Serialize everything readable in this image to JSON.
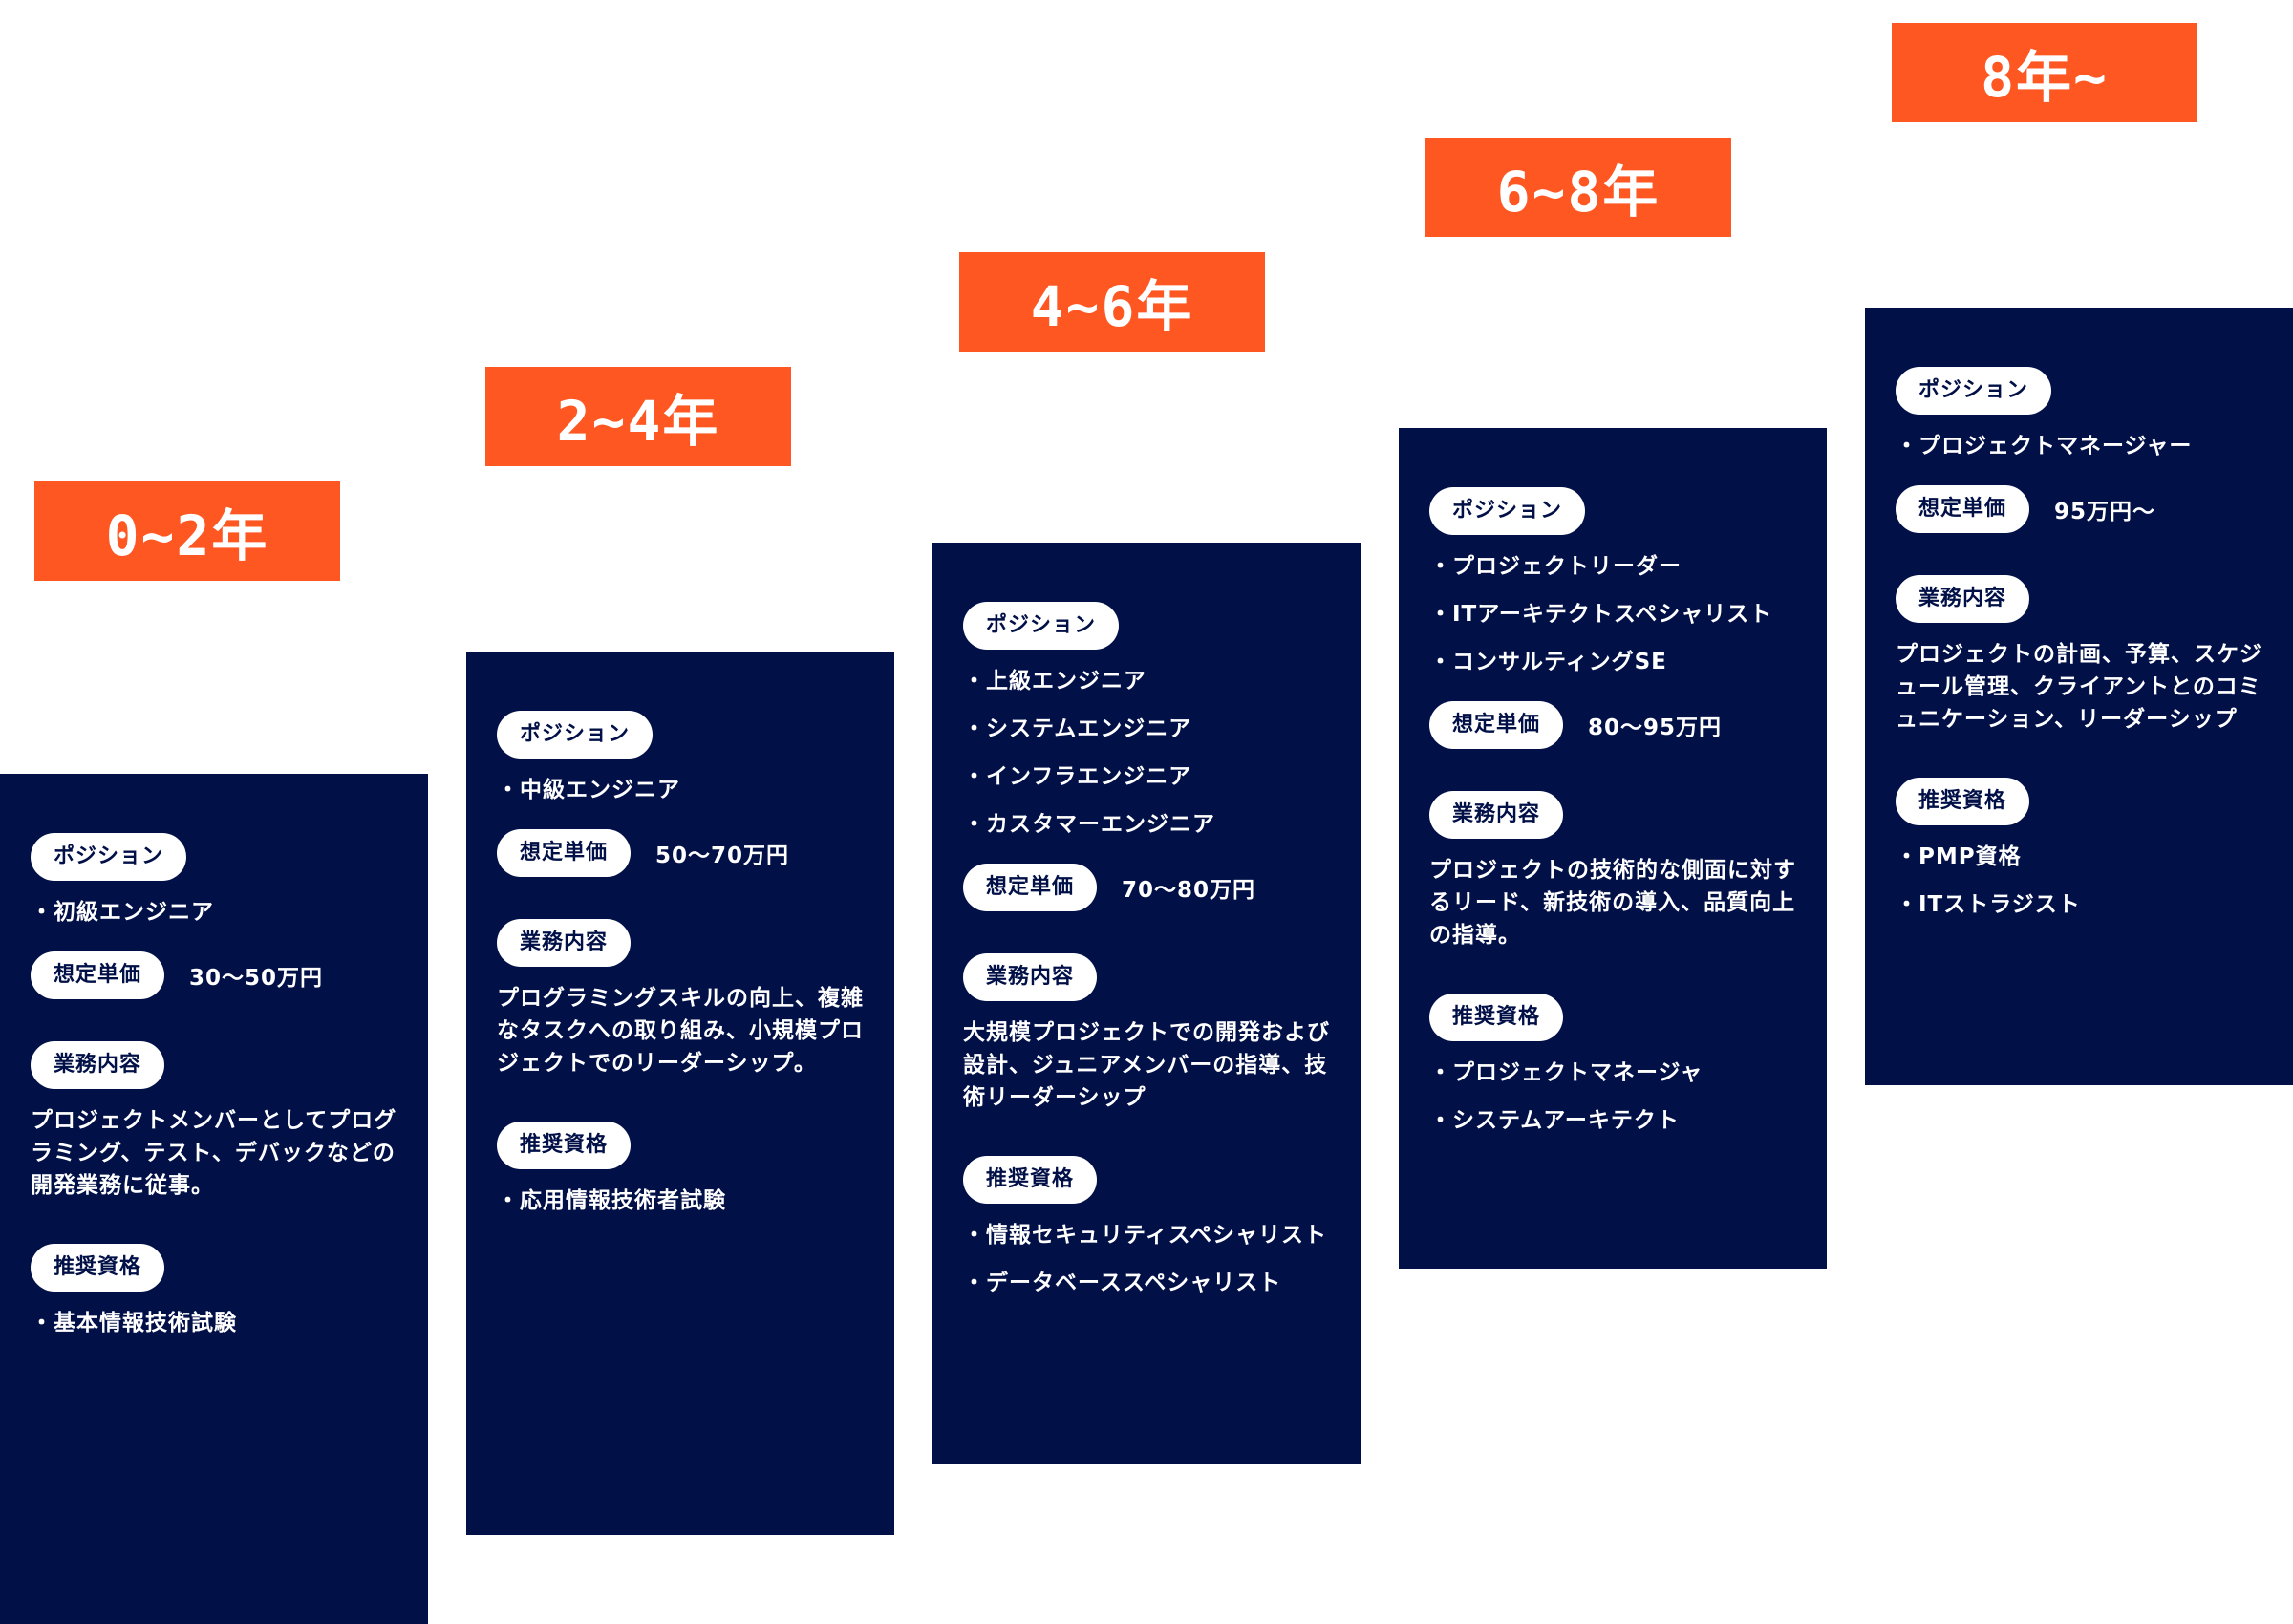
{
  "labels": {
    "position": "ポジション",
    "price": "想定単価",
    "duties": "業務内容",
    "certs": "推奨資格"
  },
  "stages": [
    {
      "years": "0~2年",
      "positions": [
        "初級エンジニア"
      ],
      "price": "30〜50万円",
      "duties": "プロジェクトメンバーとしてプログラミング、テスト、デバックなどの開発業務に従事。",
      "certs": [
        "基本情報技術試験"
      ]
    },
    {
      "years": "2~4年",
      "positions": [
        "中級エンジニア"
      ],
      "price": "50〜70万円",
      "duties": "プログラミングスキルの向上、複雑なタスクへの取り組み、小規模プロジェクトでのリーダーシップ。",
      "certs": [
        "応用情報技術者試験"
      ]
    },
    {
      "years": "4~6年",
      "positions": [
        "上級エンジニア",
        "システムエンジニア",
        "インフラエンジニア",
        "カスタマーエンジニア"
      ],
      "price": "70〜80万円",
      "duties": "大規模プロジェクトでの開発および設計、ジュニアメンバーの指導、技術リーダーシップ",
      "certs": [
        "情報セキュリティスペシャリスト",
        "データベーススペシャリスト"
      ]
    },
    {
      "years": "6~8年",
      "positions": [
        "プロジェクトリーダー",
        "ITアーキテクトスペシャリスト",
        "コンサルティングSE"
      ],
      "price": "80〜95万円",
      "duties": "プロジェクトの技術的な側面に対するリード、新技術の導入、品質向上の指導。",
      "certs": [
        "プロジェクトマネージャ",
        "システムアーキテクト"
      ]
    },
    {
      "years": "8年~",
      "positions": [
        "プロジェクトマネージャー"
      ],
      "price": "95万円〜",
      "duties": "プロジェクトの計画、予算、スケジュール管理、クライアントとのコミュニケーション、リーダーシップ",
      "certs": [
        "PMP資格",
        "ITストラジスト"
      ]
    }
  ]
}
